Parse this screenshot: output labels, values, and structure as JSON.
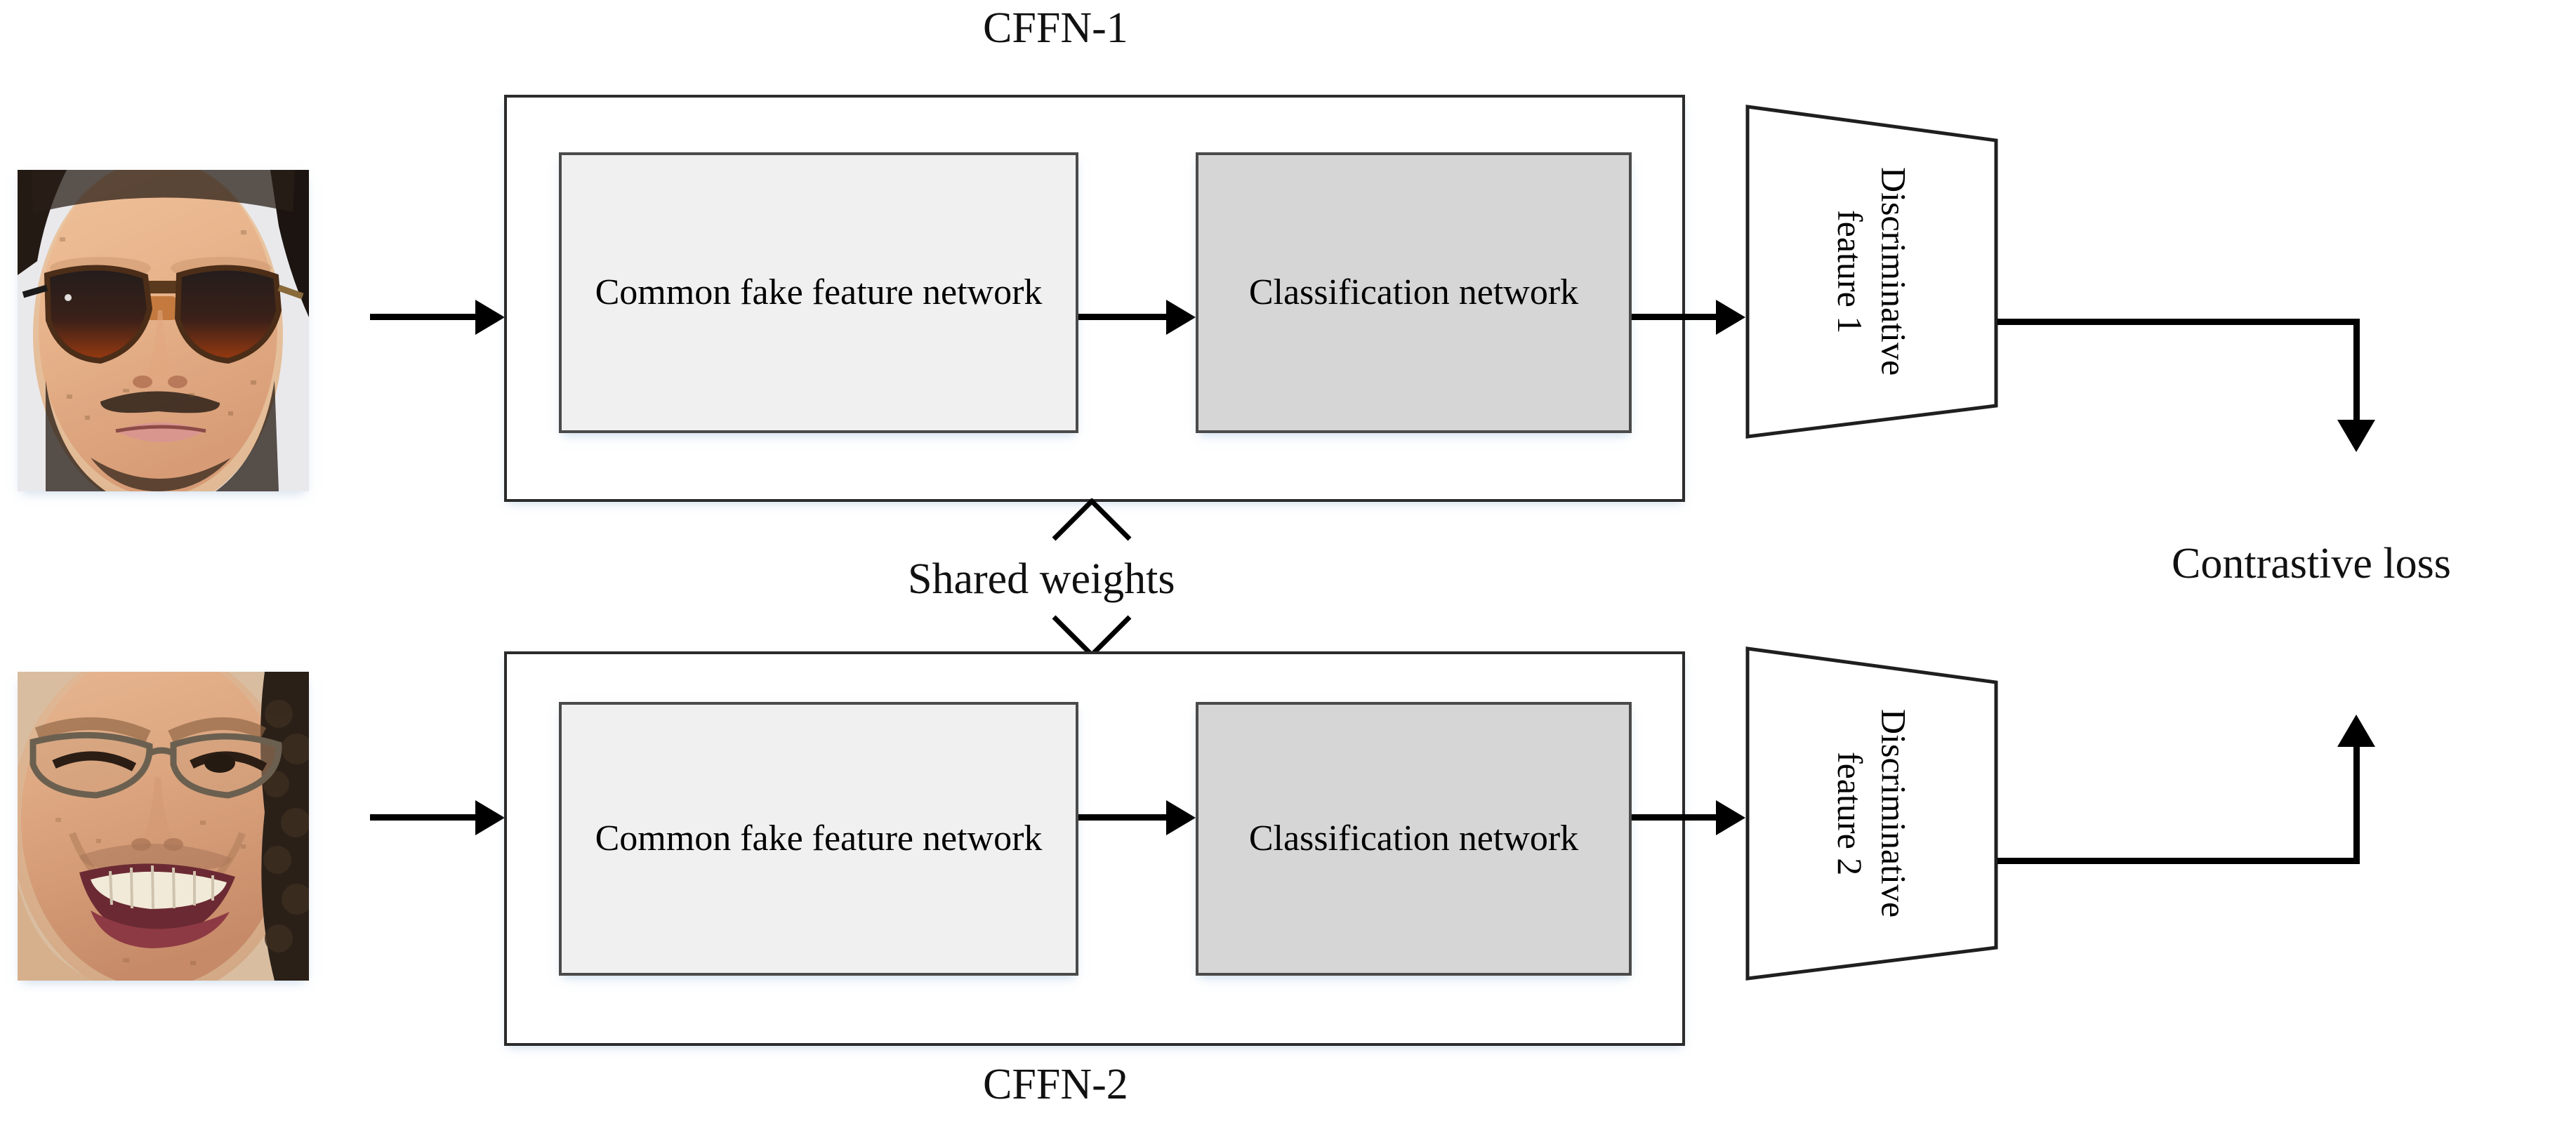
{
  "diagram": {
    "title_top": "CFFN-1",
    "title_bottom": "CFFN-2",
    "shared_weights_label": "Shared weights",
    "loss_label": "Contrastive loss",
    "branches": [
      {
        "frame_label": "CFFN-1",
        "image_alt": "Face photo with dark sunglasses and beard",
        "modules": [
          {
            "label": "Common fake\nfeature network",
            "fill": "#f0f0f0",
            "style": "light"
          },
          {
            "label": "Classification\nnetwork",
            "fill": "#d6d6d6",
            "style": "dark"
          }
        ],
        "output": {
          "label": "Discriminative\nfeature 1",
          "shape": "trapezoid",
          "fill": "#ffffff"
        }
      },
      {
        "frame_label": "CFFN-2",
        "image_alt": "Smiling face photo with eyeglasses",
        "modules": [
          {
            "label": "Common fake\nfeature network",
            "fill": "#f0f0f0",
            "style": "light"
          },
          {
            "label": "Classification\nnetwork",
            "fill": "#d6d6d6",
            "style": "dark"
          }
        ],
        "output": {
          "label": "Discriminative\nfeature 2",
          "shape": "trapezoid",
          "fill": "#ffffff"
        }
      }
    ],
    "colors": {
      "stroke": "#000000",
      "frame_border": "#2b2b2b",
      "module_border": "#4a4a4a",
      "module_light_fill": "#f0f0f0",
      "module_dark_fill": "#d6d6d6",
      "trapezoid_fill": "#ffffff",
      "background": "#ffffff"
    }
  }
}
